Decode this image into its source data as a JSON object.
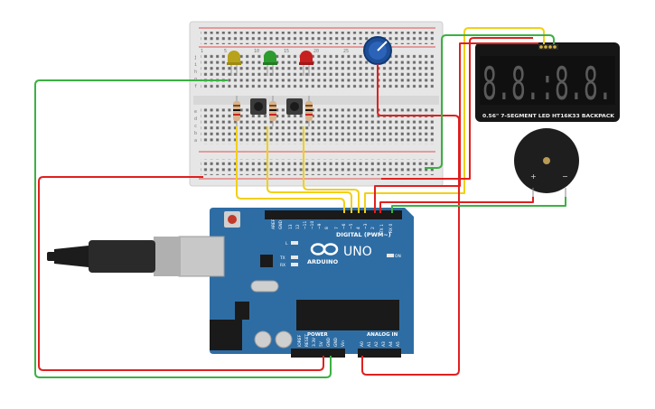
{
  "board": {
    "brand": "ARDUINO",
    "model": "UNO",
    "digital_label": "DIGITAL (PWM~)",
    "power_label": "POWER",
    "analog_label": "ANALOG IN",
    "on_label": "ON",
    "l_label": "L",
    "tx_label": "TX",
    "rx_label": "RX",
    "digital_pins": [
      "AREF",
      "GND",
      "13",
      "12",
      "~11",
      "~10",
      "~9",
      "8",
      "7",
      "~6",
      "~5",
      "4",
      "~3",
      "2",
      "TX 1",
      "RX 0"
    ],
    "power_pins": [
      "IOREF",
      "RESET",
      "3.3V",
      "5V",
      "GND",
      "GND",
      "Vin"
    ],
    "analog_pins": [
      "A0",
      "A1",
      "A2",
      "A3",
      "A4",
      "A5"
    ]
  },
  "display": {
    "digits": "8.8.:8.8.",
    "label": "0.56\" 7-SEGMENT LED HT16K33 BACKPACK"
  },
  "breadboard": {
    "row_letters_top": [
      "j",
      "i",
      "h",
      "g",
      "f"
    ],
    "row_letters_bottom": [
      "e",
      "d",
      "c",
      "b",
      "a"
    ],
    "column_numbers": [
      "1",
      "5",
      "10",
      "15",
      "20",
      "25",
      "30"
    ]
  },
  "colors": {
    "board_blue": "#2e6da4",
    "breadboard": "#e6e6e6",
    "wire_red": "#e02020",
    "wire_green": "#3cb043",
    "wire_yellow": "#f2d018",
    "led_yellow": "#b7a21a",
    "led_green": "#2e9b2e",
    "led_red": "#c62020"
  }
}
